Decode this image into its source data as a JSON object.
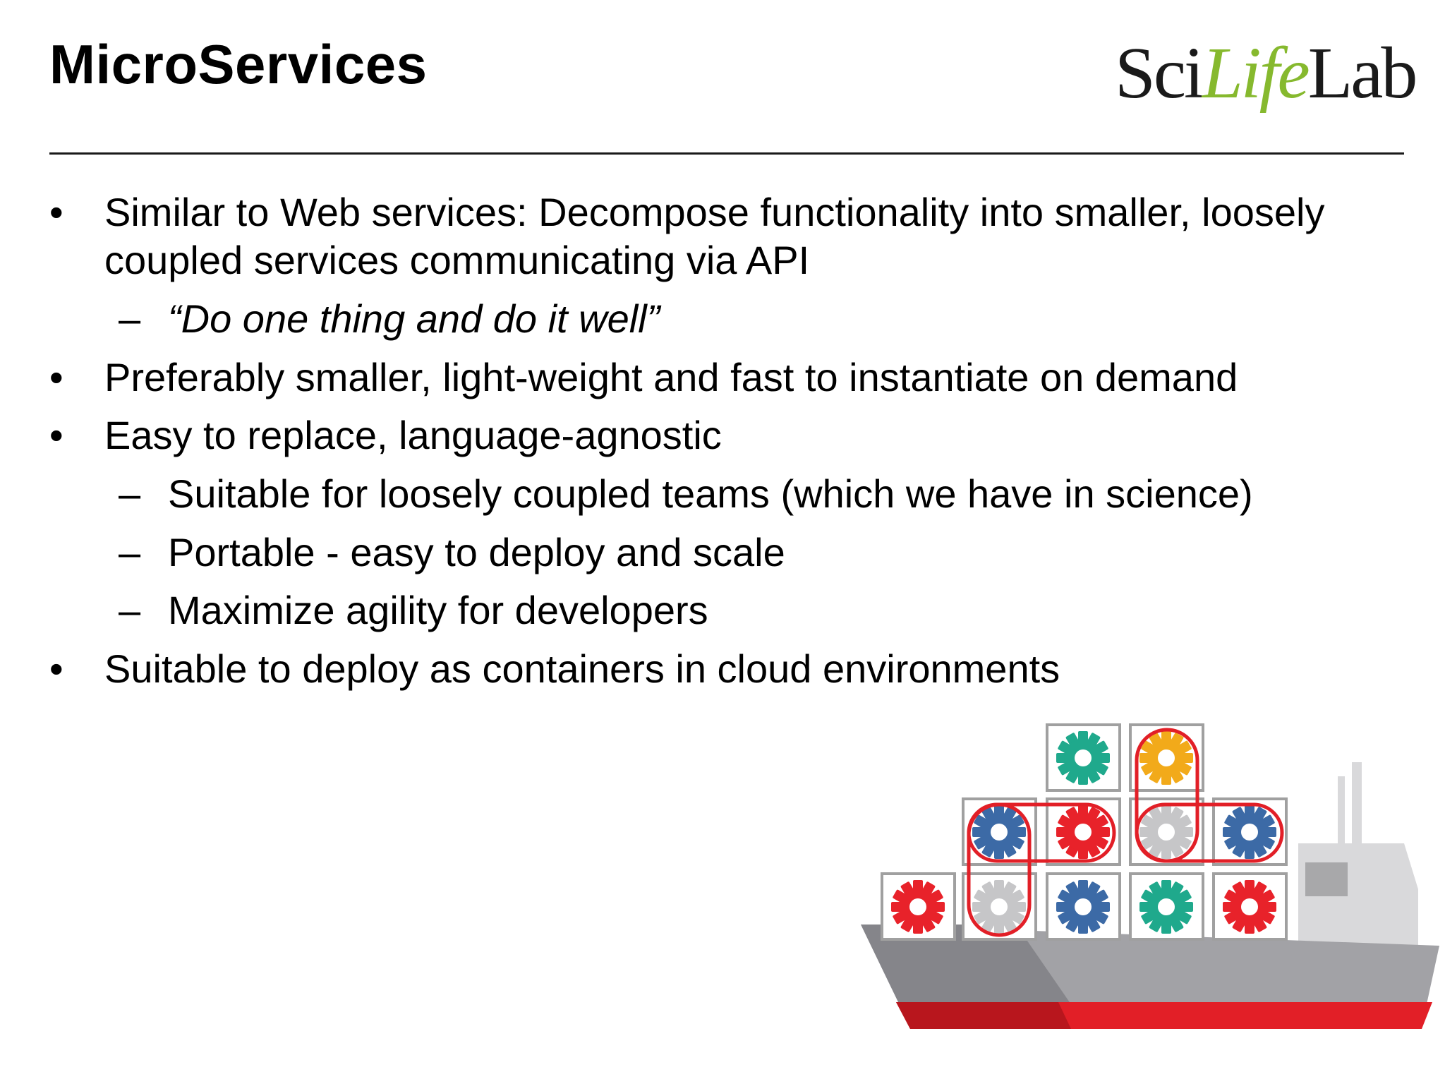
{
  "slide": {
    "title": "MicroServices",
    "logo": {
      "part1": "Sci",
      "part2": "Life",
      "part3": "Lab"
    },
    "bullets": [
      {
        "marker": "•",
        "line1": "Similar to Web services: Decompose functionality into smaller, loosely",
        "line2": "coupled services communicating via API",
        "sub": [
          {
            "marker": "–",
            "text": "“Do one thing and do it well”"
          }
        ]
      },
      {
        "marker": "•",
        "line1": "Preferably smaller, light-weight and fast to instantiate on demand"
      },
      {
        "marker": "•",
        "line1": "Easy to replace, language-agnostic",
        "sub": [
          {
            "marker": "–",
            "text": "Suitable for loosely coupled teams (which we have in science)"
          },
          {
            "marker": "–",
            "text": "Portable - easy to deploy and scale"
          },
          {
            "marker": "–",
            "text": "Maximize agility for developers"
          }
        ]
      },
      {
        "marker": "•",
        "line1": "Suitable to deploy as containers in cloud environments"
      }
    ]
  },
  "illustration": {
    "name": "container-ship-with-gears",
    "colors": {
      "teal": "#1fa98c",
      "yellow": "#f2aa1a",
      "blue": "#3c6aa6",
      "red": "#e8222a",
      "gray_gear": "#c6c6c8",
      "hull_gray": "#a2a2a6",
      "hull_dark": "#85858a",
      "hull_red": "#e21f27",
      "cabin": "#d9d9db",
      "window": "#a8a8aa",
      "box_border": "#a0a0a0"
    },
    "containers": [
      "teal-gear",
      "yellow-gear",
      "blue-gear",
      "red-gear",
      "gray-gear",
      "blue-gear",
      "red-gear",
      "gray-gear",
      "blue-gear",
      "teal-gear",
      "red-gear"
    ]
  }
}
